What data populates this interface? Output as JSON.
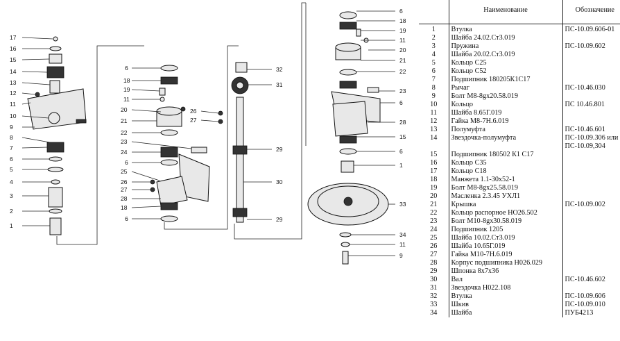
{
  "table": {
    "headers": [
      "",
      "Наименование",
      "Обозначение"
    ],
    "rows": [
      [
        "1",
        "Втулка",
        "ПС-10.09.606-01"
      ],
      [
        "2",
        "Шайба 24.02.Ст3.019",
        ""
      ],
      [
        "3",
        "Пружина",
        "ПС-10.09.602"
      ],
      [
        "4",
        "Шайба 20.02.Ст3.019",
        ""
      ],
      [
        "5",
        "Кольцо С25",
        ""
      ],
      [
        "6",
        "Кольцо С52",
        ""
      ],
      [
        "7",
        "Подшипник 180205К1С17",
        ""
      ],
      [
        "8",
        "Рычаг",
        "ПС-10.46.030"
      ],
      [
        "9",
        "Болт М8-8gх20.58.019",
        ""
      ],
      [
        "10",
        "Кольцо",
        "ПС 10.46.801"
      ],
      [
        "11",
        "Шайба 8.65Г.019",
        ""
      ],
      [
        "12",
        "Гайка М8-7Н.6.019",
        ""
      ],
      [
        "13",
        "Полумуфта",
        "ПС-10.46.601"
      ],
      [
        "14",
        "Звездочка-полумуфта",
        "ПС-10.09.306 или"
      ],
      [
        "",
        "",
        "ПС-10.09,304"
      ],
      [
        "15",
        "Подшипник 180502 К1 С17",
        ""
      ],
      [
        "16",
        "Кольцо С35",
        ""
      ],
      [
        "17",
        "Кольцо С18",
        ""
      ],
      [
        "18",
        "Манжета 1.1-30х52-1",
        ""
      ],
      [
        "19",
        "Болт М8-8gх25.58.019",
        ""
      ],
      [
        "20",
        "Масленка 2.3.45 УХЛ1",
        ""
      ],
      [
        "21",
        "Крышка",
        "ПС-10.09.002"
      ],
      [
        "22",
        "Кольцо распорное НО26.502",
        ""
      ],
      [
        "23",
        "Болт М10-8gх30.58.019",
        ""
      ],
      [
        "24",
        "Подшипник 1205",
        ""
      ],
      [
        "25",
        "Шайба 10.02.Ст3.019",
        ""
      ],
      [
        "26",
        "Шайба 10.65Г.019",
        ""
      ],
      [
        "27",
        "Гайка М10-7Н.6.019",
        ""
      ],
      [
        "28",
        "Корпус подшипника Н026.029",
        ""
      ],
      [
        "29",
        "Шпонка 8х7х36",
        ""
      ],
      [
        "30",
        "Вал",
        "ПС-10.46.602"
      ],
      [
        "31",
        "Звездочка Н022.108",
        ""
      ],
      [
        "32",
        "Втулка",
        "ПС-10.09.606"
      ],
      [
        "33",
        "Шкив",
        "ПС-10.09.010"
      ],
      [
        "34",
        "Шайба",
        "ПУБ4213"
      ]
    ]
  },
  "callouts": {
    "group_a": [
      "17",
      "16",
      "15",
      "14",
      "13",
      "12",
      "11",
      "10",
      "9",
      "8",
      "7",
      "6",
      "5",
      "4",
      "3",
      "2",
      "1"
    ],
    "group_b": [
      "6",
      "18",
      "19",
      "11",
      "20",
      "21",
      "22",
      "23",
      "24",
      "6",
      "25",
      "26",
      "27",
      "28",
      "18",
      "6"
    ],
    "group_c": [
      "32",
      "31",
      "26",
      "27",
      "29",
      "30",
      "29"
    ],
    "group_d": [
      "6",
      "18",
      "19",
      "11",
      "20",
      "21",
      "22",
      "23",
      "6",
      "28",
      "15",
      "6",
      "1",
      "33",
      "34",
      "11",
      "9"
    ]
  }
}
